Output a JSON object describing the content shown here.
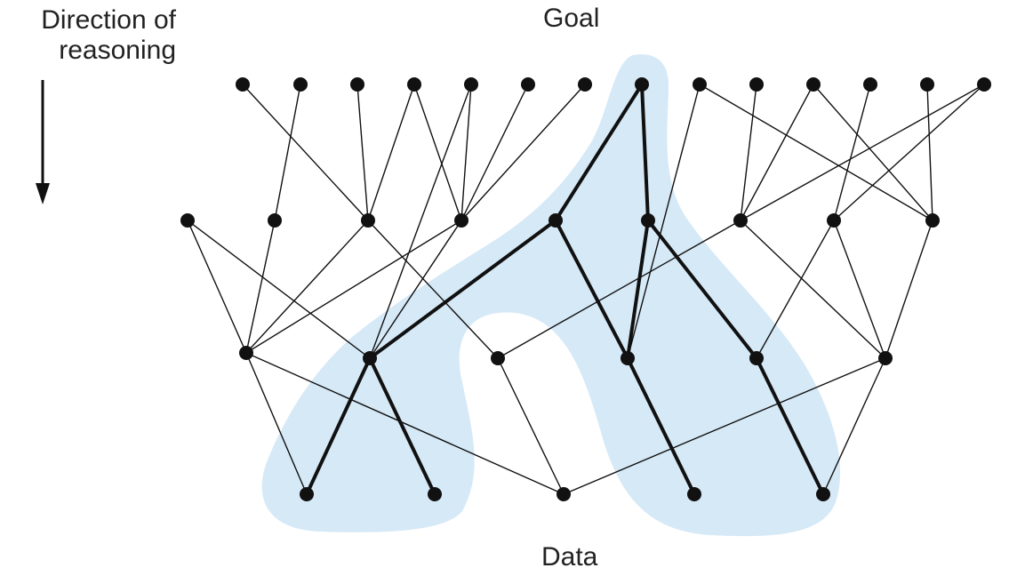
{
  "labels": {
    "direction_line1": "Direction of",
    "direction_line2": "reasoning",
    "goal": "Goal",
    "data": "Data"
  },
  "colors": {
    "highlight": "#d6e9f7",
    "edge": "#111111",
    "node": "#111111"
  }
}
